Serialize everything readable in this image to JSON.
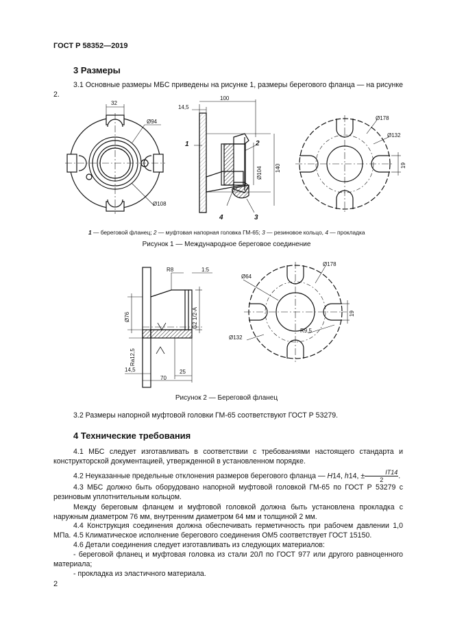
{
  "header": {
    "standard": "ГОСТ Р 58352—2019"
  },
  "section3": {
    "title": "3 Размеры",
    "p31": "3.1 Основные размеры МБС приведены на рисунке 1, размеры берегового фланца — на рисунке 2.",
    "p32": "3.2 Размеры напорной муфтовой головки ГМ-65 соответствуют ГОСТ Р 53279."
  },
  "figure1": {
    "legend": {
      "n1": "1",
      "t1": " — береговой фланец; ",
      "n2": "2",
      "t2": " — муфтовая напорная головка ГМ-65; ",
      "n3": "3",
      "t3": " — резиновое кольцо, ",
      "n4": "4",
      "t4": " — прокладка"
    },
    "caption": "Рисунок 1 — Международное береговое соединение",
    "dims": {
      "d32": "32",
      "d94": "Ø94",
      "d108": "Ø108",
      "d145": "14,5",
      "d100": "100",
      "d104": "Ø104",
      "d140": "140",
      "d178": "Ø178",
      "d132": "Ø132",
      "d19": "19"
    },
    "labels": {
      "l1": "1",
      "l2": "2",
      "l3": "3",
      "l4": "4"
    }
  },
  "figure2": {
    "caption": "Рисунок 2 — Береговой фланец",
    "dims": {
      "r8": "R8",
      "taper": "1:5",
      "d76": "Ø76",
      "thread": "G2 1/2-A",
      "ra": "Ra12,5",
      "d145": "14,5",
      "d70": "70",
      "d25": "25",
      "d64": "Ø64",
      "d178": "Ø178",
      "d19": "19",
      "r95": "R9,5",
      "d132": "Ø132"
    }
  },
  "section4": {
    "title": "4 Технические требования",
    "p41": "4.1 МБС следует изготавливать в соответствии с требованиями настоящего стандарта и конструкторской документацией, утвержденной в установленном порядке.",
    "p42_prefix": "4.2 Неуказанные предельные отклонения размеров берегового фланца — ",
    "p42_h14cap": "H",
    "p42_sep1": "14, ",
    "p42_h14low": "h",
    "p42_sep2": "14, ±",
    "p42_num": "IT14",
    "p42_den": "2",
    "p43": "4.3 МБС должно быть оборудовано напорной муфтовой головкой ГМ-65 по ГОСТ Р 53279 с резиновым уплотнительным кольцом.",
    "p43b": "Между береговым фланцем и муфтовой головкой должна быть установлена прокладка с наружным диаметром 76 мм, внутренним диаметром 64 мм и толщиной 2 мм.",
    "p44": "4.4 Конструкция соединения должна обеспечивать герметичность при рабочем давлении 1,0 МПа.",
    "p45": "4.5 Климатическое исполнение берегового соединения ОМ5 соответствует ГОСТ 15150.",
    "p46": "4.6 Детали соединения следует изготавливать из следующих материалов:",
    "li1": "- береговой фланец и муфтовая головка из стали 20Л по ГОСТ 977 или другого равноценного материала;",
    "li2": "- прокладка из эластичного материала."
  },
  "footer": {
    "page_number": "2"
  }
}
